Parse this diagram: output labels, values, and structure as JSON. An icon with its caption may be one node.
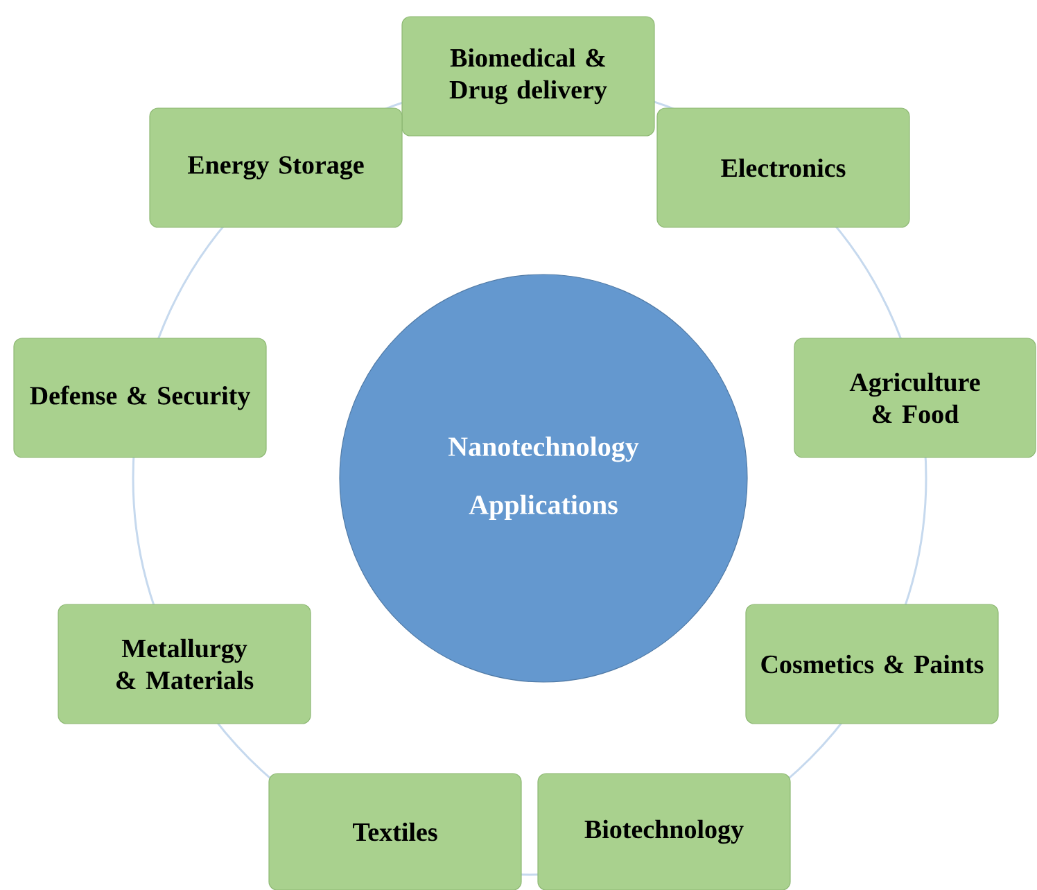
{
  "diagram": {
    "nodes": [
      {
        "text": [
          "Nanotechnology",
          "Applications"
        ]
      },
      {
        "text": [
          "Biomedical & Drug delivery"
        ]
      },
      {
        "text": [
          "Energy Storage"
        ]
      },
      {
        "text": [
          "Electronics"
        ]
      },
      {
        "text": [
          "Defense & Security"
        ]
      },
      {
        "text": [
          "Agriculture & Food"
        ]
      },
      {
        "text": [
          "Metallurgy & Materials"
        ]
      },
      {
        "text": [
          "Cosmetics & Paints"
        ]
      },
      {
        "text": [
          "Textiles"
        ]
      },
      {
        "text": [
          "Biotechnology"
        ]
      }
    ]
  }
}
